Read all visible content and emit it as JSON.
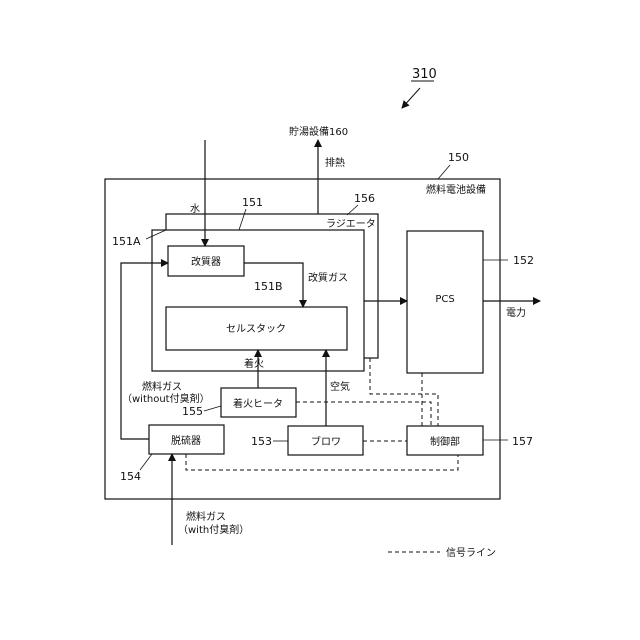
{
  "figure_ref": "310",
  "labels": {
    "heat_storage": "貯湯設備160",
    "exhaust_heat": "排熱",
    "fuel_cell_equipment": "燃料電池設備",
    "water": "水",
    "radiator": "ラジエータ",
    "reformer": "改質器",
    "reformed_gas": "改質ガス",
    "cell_stack": "セルスタック",
    "pcs": "PCS",
    "electric_power": "電力",
    "ignition": "着火",
    "fuel_gas_top_1": "燃料ガス",
    "fuel_gas_top_2": "（without付臭剤）",
    "ignition_heater": "着火ヒータ",
    "air": "空気",
    "blower": "ブロワ",
    "desulfurizer": "脱硫器",
    "controller": "制御部",
    "fuel_gas_bottom_1": "燃料ガス",
    "fuel_gas_bottom_2": "（with付臭剤）",
    "signal_line": "信号ライン"
  },
  "refs": {
    "r150": "150",
    "r151": "151",
    "r156": "156",
    "r151A": "151A",
    "r151B": "151B",
    "r152": "152",
    "r155": "155",
    "r153": "153",
    "r157": "157",
    "r154": "154"
  },
  "colors": {
    "line": "#111111",
    "background": "#ffffff"
  }
}
